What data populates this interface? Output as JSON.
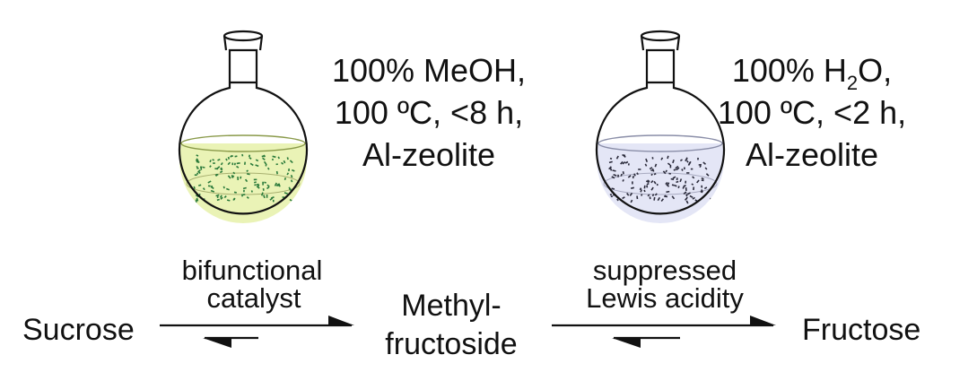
{
  "conditions": {
    "methanol": {
      "line1": "100% MeOH,",
      "line2": "100 ºC, <8 h,",
      "line3": "Al-zeolite",
      "solution_color": "#eaf3b6",
      "particle_color": "#2a7a3a"
    },
    "water": {
      "line1_prefix": "100% H",
      "line1_sub": "2",
      "line1_suffix": "O,",
      "line2": "100 ºC, <2 h,",
      "line3": "Al-zeolite",
      "solution_color": "#e4e6f6",
      "particle_color": "#2a2a3a"
    }
  },
  "arrows": {
    "left": {
      "line1": "bifunctional",
      "line2": "catalyst"
    },
    "right": {
      "line1": "suppressed",
      "line2": "Lewis acidity"
    }
  },
  "species": {
    "sucrose": "Sucrose",
    "intermediate_line1": "Methyl-",
    "intermediate_line2": "fructoside",
    "fructose": "Fructose"
  },
  "colors": {
    "glass_outline": "#111111",
    "text": "#111111"
  }
}
